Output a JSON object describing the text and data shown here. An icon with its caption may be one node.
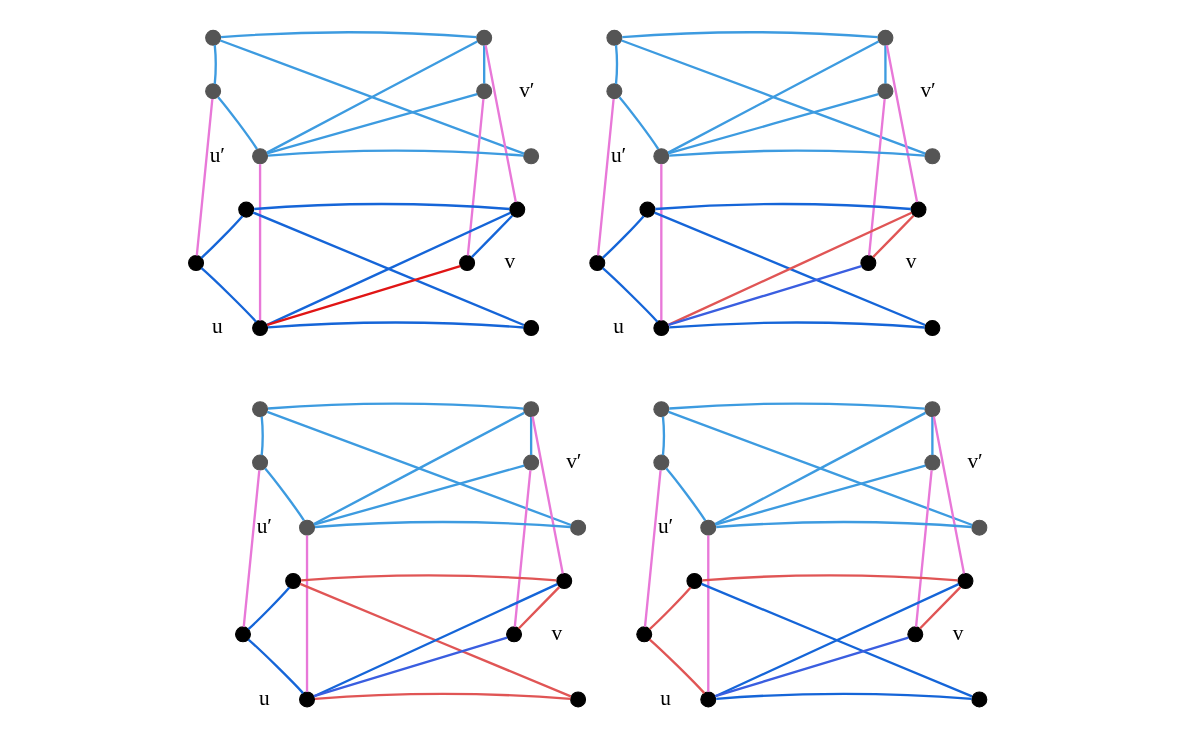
{
  "diagram": {
    "nodes": [
      {
        "text": [],
        "shape": "circle"
      },
      {
        "text": [],
        "shape": "circle"
      },
      {
        "text": [],
        "shape": "circle"
      },
      {
        "text": [],
        "shape": "circle",
        "beside": [
          "v′"
        ]
      },
      {
        "text": [],
        "shape": "circle",
        "beside": [
          "u′"
        ]
      },
      {
        "text": [],
        "shape": "circle"
      },
      {
        "text": [],
        "shape": "circle"
      },
      {
        "text": [],
        "shape": "circle"
      },
      {
        "text": [],
        "shape": "circle"
      },
      {
        "text": [],
        "shape": "circle",
        "beside": [
          "v"
        ]
      },
      {
        "text": [],
        "shape": "circle",
        "beside": [
          "u"
        ]
      },
      {
        "text": [],
        "shape": "circle"
      },
      {
        "text": [],
        "shape": "circle"
      },
      {
        "text": [],
        "shape": "circle"
      },
      {
        "text": [],
        "shape": "circle"
      },
      {
        "text": [],
        "shape": "circle",
        "beside": [
          "v′"
        ]
      },
      {
        "text": [],
        "shape": "circle",
        "beside": [
          "u′"
        ]
      },
      {
        "text": [],
        "shape": "circle"
      },
      {
        "text": [],
        "shape": "circle"
      },
      {
        "text": [],
        "shape": "circle"
      },
      {
        "text": [],
        "shape": "circle"
      },
      {
        "text": [],
        "shape": "circle",
        "beside": [
          "v"
        ]
      },
      {
        "text": [],
        "shape": "circle",
        "beside": [
          "u"
        ]
      },
      {
        "text": [],
        "shape": "circle"
      },
      {
        "text": [],
        "shape": "circle"
      },
      {
        "text": [],
        "shape": "circle"
      },
      {
        "text": [],
        "shape": "circle"
      },
      {
        "text": [],
        "shape": "circle",
        "beside": [
          "v′"
        ]
      },
      {
        "text": [],
        "shape": "circle",
        "beside": [
          "u′"
        ]
      },
      {
        "text": [],
        "shape": "circle"
      },
      {
        "text": [],
        "shape": "circle"
      },
      {
        "text": [],
        "shape": "circle"
      },
      {
        "text": [],
        "shape": "circle"
      },
      {
        "text": [],
        "shape": "circle",
        "beside": [
          "v"
        ]
      },
      {
        "text": [],
        "shape": "circle",
        "beside": [
          "u"
        ]
      },
      {
        "text": [],
        "shape": "circle"
      },
      {
        "text": [],
        "shape": "circle"
      },
      {
        "text": [],
        "shape": "circle"
      },
      {
        "text": [],
        "shape": "circle"
      },
      {
        "text": [],
        "shape": "circle",
        "beside": [
          "v′"
        ]
      },
      {
        "text": [],
        "shape": "circle",
        "beside": [
          "u′"
        ]
      },
      {
        "text": [],
        "shape": "circle"
      },
      {
        "text": [],
        "shape": "circle"
      },
      {
        "text": [],
        "shape": "circle"
      },
      {
        "text": [],
        "shape": "circle"
      },
      {
        "text": [],
        "shape": "circle",
        "beside": [
          "v"
        ]
      },
      {
        "text": [],
        "shape": "circle",
        "beside": [
          "u"
        ]
      },
      {
        "text": [],
        "shape": "circle"
      }
    ],
    "edges": [
      {
        "from": 0,
        "to": 1,
        "arrow": "none"
      },
      {
        "from": 0,
        "to": 2,
        "arrow": "none"
      },
      {
        "from": 0,
        "to": 5,
        "arrow": "none"
      },
      {
        "from": 1,
        "to": 4,
        "arrow": "none"
      },
      {
        "from": 1,
        "to": 3,
        "arrow": "none"
      },
      {
        "from": 2,
        "to": 4,
        "arrow": "none"
      },
      {
        "from": 4,
        "to": 3,
        "arrow": "none"
      },
      {
        "from": 4,
        "to": 5,
        "arrow": "none"
      },
      {
        "from": 2,
        "to": 8,
        "arrow": "none",
        "color": "#e878d8"
      },
      {
        "from": 1,
        "to": 7,
        "arrow": "none",
        "color": "#e878d8"
      },
      {
        "from": 4,
        "to": 10,
        "arrow": "none",
        "color": "#e878d8"
      },
      {
        "from": 3,
        "to": 9,
        "arrow": "none",
        "color": "#e878d8"
      },
      {
        "from": 6,
        "to": 7,
        "arrow": "none",
        "color": "#1565d8"
      },
      {
        "from": 6,
        "to": 8,
        "arrow": "none",
        "color": "#1565d8"
      },
      {
        "from": 6,
        "to": 11,
        "arrow": "none",
        "color": "#1565d8"
      },
      {
        "from": 7,
        "to": 10,
        "arrow": "none",
        "color": "#1565d8"
      },
      {
        "from": 7,
        "to": 9,
        "arrow": "none",
        "color": "#1565d8"
      },
      {
        "from": 8,
        "to": 10,
        "arrow": "none",
        "color": "#1565d8"
      },
      {
        "from": 10,
        "to": 11,
        "arrow": "none",
        "color": "#1565d8"
      },
      {
        "from": 10,
        "to": 9,
        "arrow": "none",
        "color": "#e01515"
      },
      {
        "from": 12,
        "to": 13,
        "arrow": "none"
      },
      {
        "from": 12,
        "to": 14,
        "arrow": "none"
      },
      {
        "from": 12,
        "to": 17,
        "arrow": "none"
      },
      {
        "from": 13,
        "to": 16,
        "arrow": "none"
      },
      {
        "from": 13,
        "to": 15,
        "arrow": "none"
      },
      {
        "from": 14,
        "to": 16,
        "arrow": "none"
      },
      {
        "from": 16,
        "to": 15,
        "arrow": "none"
      },
      {
        "from": 16,
        "to": 17,
        "arrow": "none"
      },
      {
        "from": 14,
        "to": 20,
        "arrow": "none",
        "color": "#e878d8"
      },
      {
        "from": 13,
        "to": 19,
        "arrow": "none",
        "color": "#e878d8"
      },
      {
        "from": 16,
        "to": 22,
        "arrow": "none",
        "color": "#e878d8"
      },
      {
        "from": 15,
        "to": 21,
        "arrow": "none",
        "color": "#e878d8"
      },
      {
        "from": 18,
        "to": 19,
        "arrow": "none",
        "color": "#1565d8"
      },
      {
        "from": 18,
        "to": 20,
        "arrow": "none",
        "color": "#1565d8"
      },
      {
        "from": 18,
        "to": 23,
        "arrow": "none",
        "color": "#1565d8"
      },
      {
        "from": 19,
        "to": 22,
        "arrow": "none",
        "color": "#e05555"
      },
      {
        "from": 19,
        "to": 21,
        "arrow": "none",
        "color": "#e05555"
      },
      {
        "from": 20,
        "to": 22,
        "arrow": "none",
        "color": "#1565d8"
      },
      {
        "from": 22,
        "to": 23,
        "arrow": "none",
        "color": "#1565d8"
      },
      {
        "from": 22,
        "to": 21,
        "arrow": "none",
        "color": "#3a5ee0"
      },
      {
        "from": 24,
        "to": 25,
        "arrow": "none"
      },
      {
        "from": 24,
        "to": 26,
        "arrow": "none"
      },
      {
        "from": 24,
        "to": 29,
        "arrow": "none"
      },
      {
        "from": 25,
        "to": 28,
        "arrow": "none"
      },
      {
        "from": 25,
        "to": 27,
        "arrow": "none"
      },
      {
        "from": 26,
        "to": 28,
        "arrow": "none"
      },
      {
        "from": 28,
        "to": 27,
        "arrow": "none"
      },
      {
        "from": 28,
        "to": 29,
        "arrow": "none"
      },
      {
        "from": 26,
        "to": 32,
        "arrow": "none",
        "color": "#e878d8"
      },
      {
        "from": 25,
        "to": 31,
        "arrow": "none",
        "color": "#e878d8"
      },
      {
        "from": 28,
        "to": 34,
        "arrow": "none",
        "color": "#e878d8"
      },
      {
        "from": 27,
        "to": 33,
        "arrow": "none",
        "color": "#e878d8"
      },
      {
        "from": 30,
        "to": 31,
        "arrow": "none",
        "color": "#e05555"
      },
      {
        "from": 30,
        "to": 32,
        "arrow": "none",
        "color": "#1565d8"
      },
      {
        "from": 30,
        "to": 35,
        "arrow": "none",
        "color": "#e05555"
      },
      {
        "from": 31,
        "to": 34,
        "arrow": "none",
        "color": "#1565d8"
      },
      {
        "from": 31,
        "to": 33,
        "arrow": "none",
        "color": "#e05555"
      },
      {
        "from": 32,
        "to": 34,
        "arrow": "none",
        "color": "#1565d8"
      },
      {
        "from": 34,
        "to": 35,
        "arrow": "none",
        "color": "#e05555"
      },
      {
        "from": 34,
        "to": 33,
        "arrow": "none",
        "color": "#3a5ee0"
      },
      {
        "from": 36,
        "to": 37,
        "arrow": "none"
      },
      {
        "from": 36,
        "to": 38,
        "arrow": "none"
      },
      {
        "from": 36,
        "to": 41,
        "arrow": "none"
      },
      {
        "from": 37,
        "to": 40,
        "arrow": "none"
      },
      {
        "from": 37,
        "to": 39,
        "arrow": "none"
      },
      {
        "from": 38,
        "to": 40,
        "arrow": "none"
      },
      {
        "from": 40,
        "to": 39,
        "arrow": "none"
      },
      {
        "from": 40,
        "to": 41,
        "arrow": "none"
      },
      {
        "from": 38,
        "to": 44,
        "arrow": "none",
        "color": "#e878d8"
      },
      {
        "from": 37,
        "to": 43,
        "arrow": "none",
        "color": "#e878d8"
      },
      {
        "from": 40,
        "to": 46,
        "arrow": "none",
        "color": "#e878d8"
      },
      {
        "from": 39,
        "to": 45,
        "arrow": "none",
        "color": "#e878d8"
      },
      {
        "from": 42,
        "to": 43,
        "arrow": "none",
        "color": "#e05555"
      },
      {
        "from": 42,
        "to": 44,
        "arrow": "none",
        "color": "#e05555"
      },
      {
        "from": 42,
        "to": 47,
        "arrow": "none",
        "color": "#1565d8"
      },
      {
        "from": 43,
        "to": 46,
        "arrow": "none",
        "color": "#1565d8"
      },
      {
        "from": 43,
        "to": 45,
        "arrow": "none",
        "color": "#e05555"
      },
      {
        "from": 44,
        "to": 46,
        "arrow": "none",
        "color": "#e05555"
      },
      {
        "from": 46,
        "to": 47,
        "arrow": "none",
        "color": "#1565d8"
      },
      {
        "from": 46,
        "to": 45,
        "arrow": "none",
        "color": "#3a5ee0"
      }
    ]
  }
}
